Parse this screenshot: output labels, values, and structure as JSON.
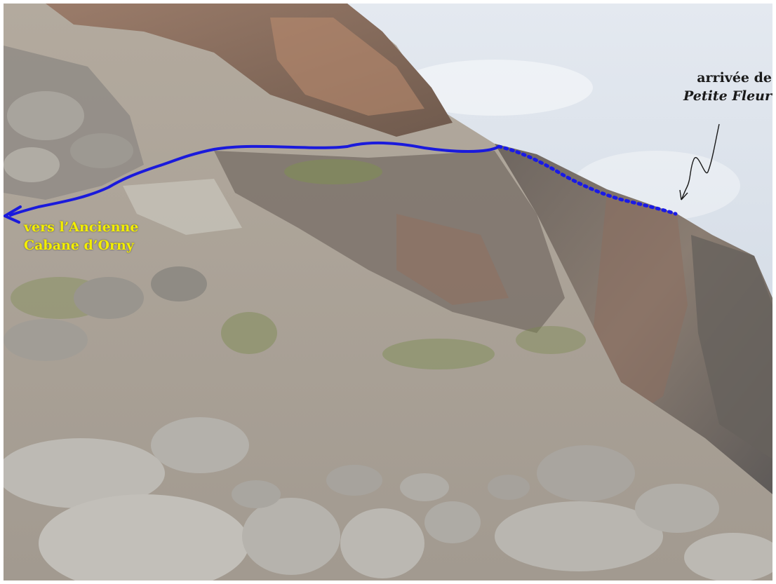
{
  "colors": {
    "route_solid": "#1a1adc",
    "route_dotted": "#1a1ae6",
    "label_yellow": "#f3ee00",
    "label_dark": "#1a1a1a"
  },
  "labels": {
    "destination_line1": "vers l’Ancienne",
    "destination_line2": "Cabane d’Orny",
    "arrival_line1": "arrivée de",
    "arrival_line2": "Petite Fleur"
  }
}
